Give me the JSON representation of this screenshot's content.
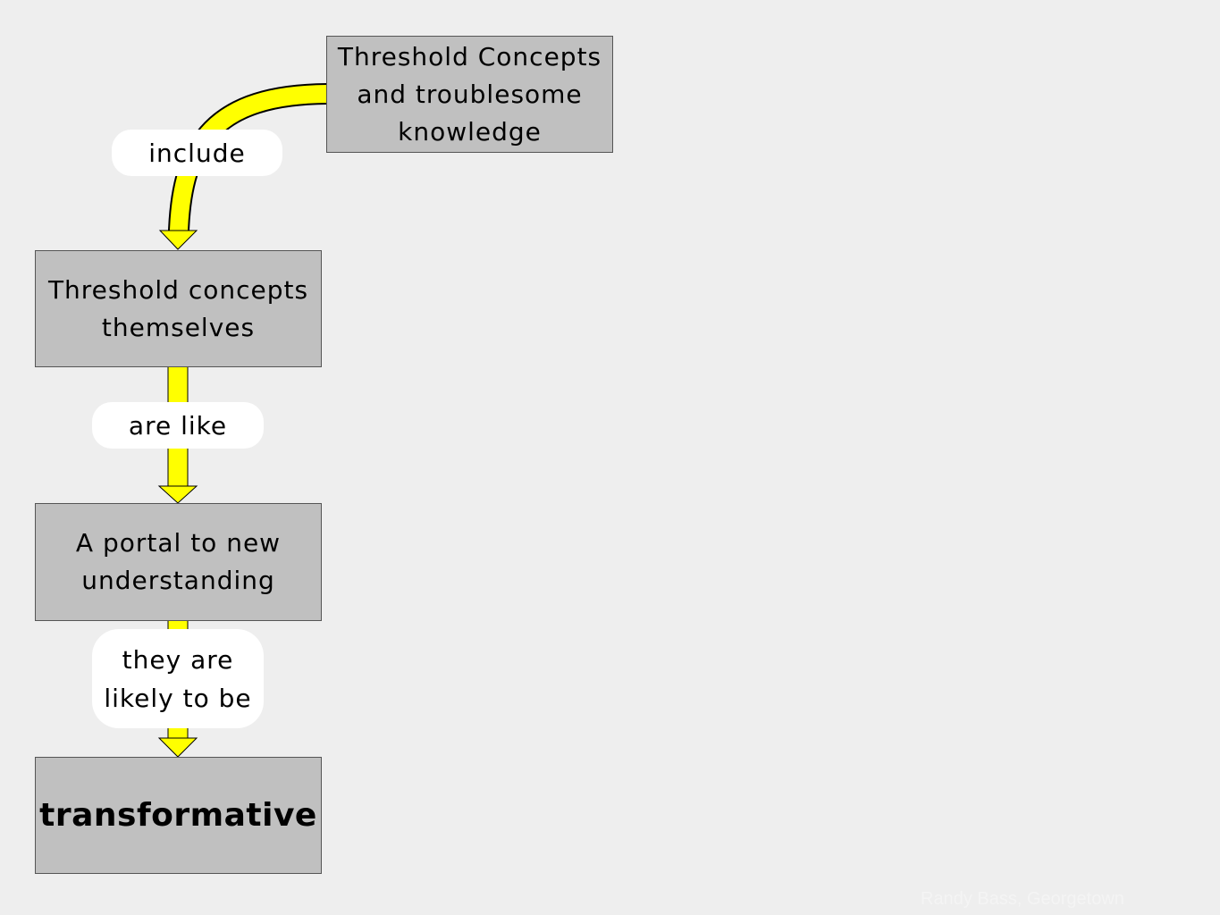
{
  "nodes": {
    "top": "Threshold Concepts\nand troublesome\nknowledge",
    "themselves": "Threshold concepts\nthemselves",
    "portal": "A portal to new\nunderstanding",
    "transformative": "transformative"
  },
  "links": {
    "include": "include",
    "are_like": "are like",
    "likely": "they are\nlikely to be"
  },
  "footer": "Randy Bass, Georgetown",
  "colors": {
    "background": "#eeeeee",
    "node_fill": "#c0c0c0",
    "arrow_fill": "#ffff00",
    "label_fill": "#ffffff"
  }
}
